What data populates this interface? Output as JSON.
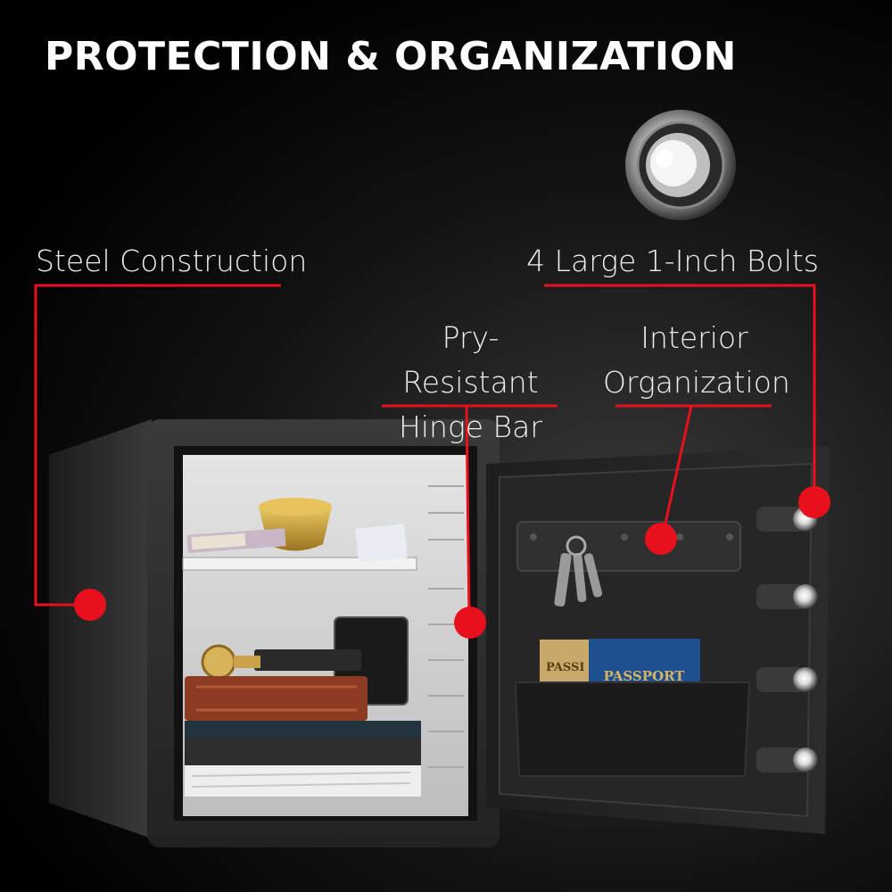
{
  "header": {
    "title": "PROTECTION & ORGANIZATION"
  },
  "callouts": {
    "steel": {
      "label": "Steel Construction"
    },
    "bolts": {
      "label": "4 Large 1-Inch Bolts"
    },
    "hinge": {
      "line1": "Pry-Resistant",
      "line2": "Hinge Bar"
    },
    "interior": {
      "line1": "Interior",
      "line2": "Organization"
    }
  },
  "product": {
    "passport_small": "PASSI",
    "passport_main": "PASSPORT"
  },
  "colors": {
    "accent": "#e8101c",
    "background": "#000000",
    "text": "#ffffff"
  },
  "icons": [
    "bolt-closeup-icon",
    "callout-dot-icon"
  ]
}
